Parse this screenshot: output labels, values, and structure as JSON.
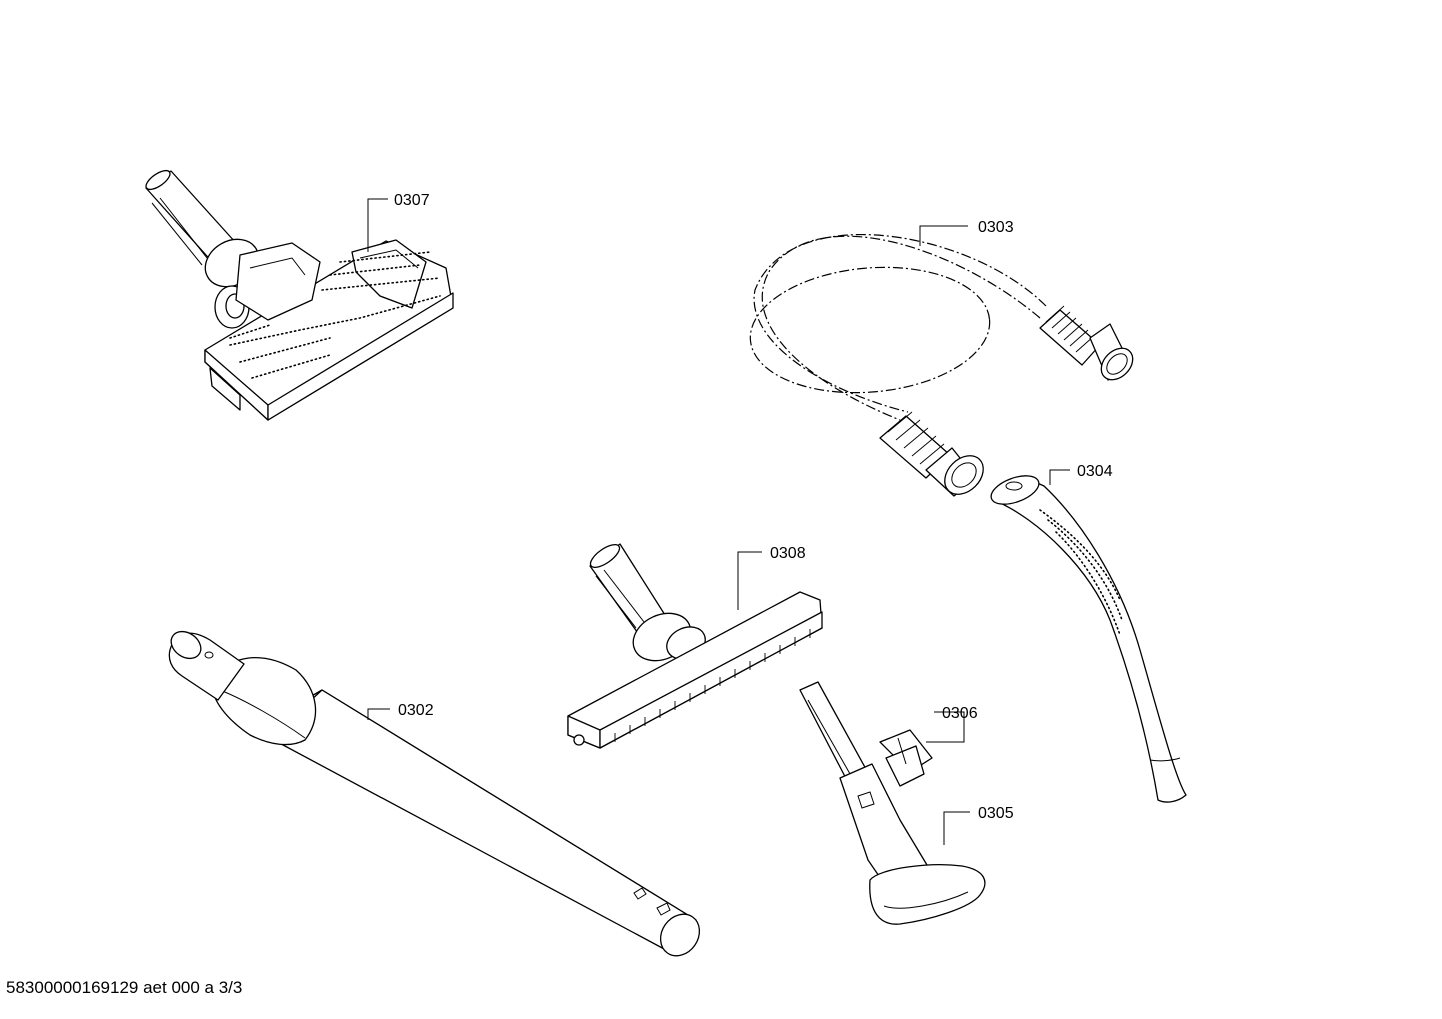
{
  "labels": {
    "p0307": "0307",
    "p0303": "0303",
    "p0304": "0304",
    "p0308": "0308",
    "p0302": "0302",
    "p0306": "0306",
    "p0305": "0305"
  },
  "footer": "58300000169129 aet 000 a 3/3"
}
